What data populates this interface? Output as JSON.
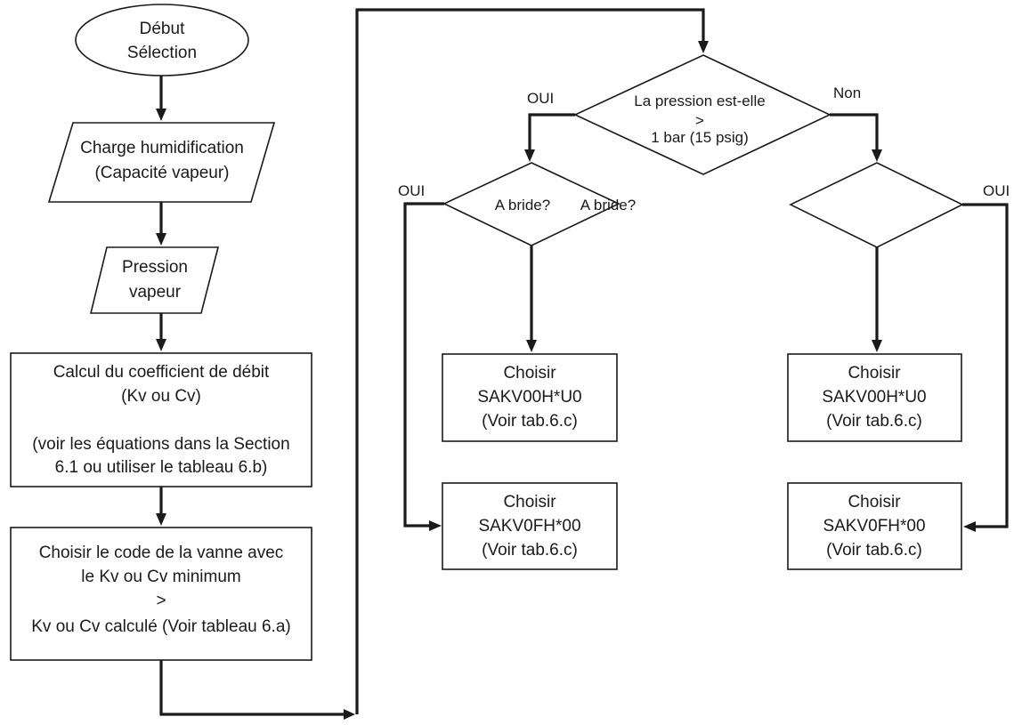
{
  "nodes": {
    "start": {
      "line1": "Début",
      "line2": "Sélection"
    },
    "charge": {
      "line1": "Charge humidification",
      "line2": "(Capacité vapeur)"
    },
    "pression": {
      "line1": "Pression",
      "line2": "vapeur"
    },
    "calcul": {
      "line1": "Calcul du coefficient de débit",
      "line2": "(Kv ou Cv)",
      "line3": "(voir les équations dans la Section",
      "line4": "6.1 ou utiliser le tableau 6.b)"
    },
    "choisir_code": {
      "line1": "Choisir le code de la vanne avec",
      "line2": "le Kv ou Cv minimum",
      "line3": ">",
      "line4": "Kv ou Cv calculé (Voir tableau 6.a)"
    },
    "decision_pression": {
      "line1": "La pression est-elle",
      "line2": ">",
      "line3": "1 bar (15 psig)"
    },
    "decision_bride_left": {
      "text1": "A bride?",
      "text2": "A bride?"
    },
    "decision_bride_right": {
      "text": ""
    },
    "box_left_top": {
      "line1": "Choisir",
      "line2": "SAKV00H*U0",
      "line3": "(Voir tab.6.c)"
    },
    "box_left_bottom": {
      "line1": "Choisir",
      "line2": "SAKV0FH*00",
      "line3": "(Voir tab.6.c)"
    },
    "box_right_top": {
      "line1": "Choisir",
      "line2": "SAKV00H*U0",
      "line3": "(Voir tab.6.c)"
    },
    "box_right_bottom": {
      "line1": "Choisir",
      "line2": "SAKV0FH*00",
      "line3": "(Voir tab.6.c)"
    }
  },
  "labels": {
    "oui_top": "OUI",
    "non_top": "Non",
    "oui_left": "OUI",
    "oui_right": "OUI"
  }
}
